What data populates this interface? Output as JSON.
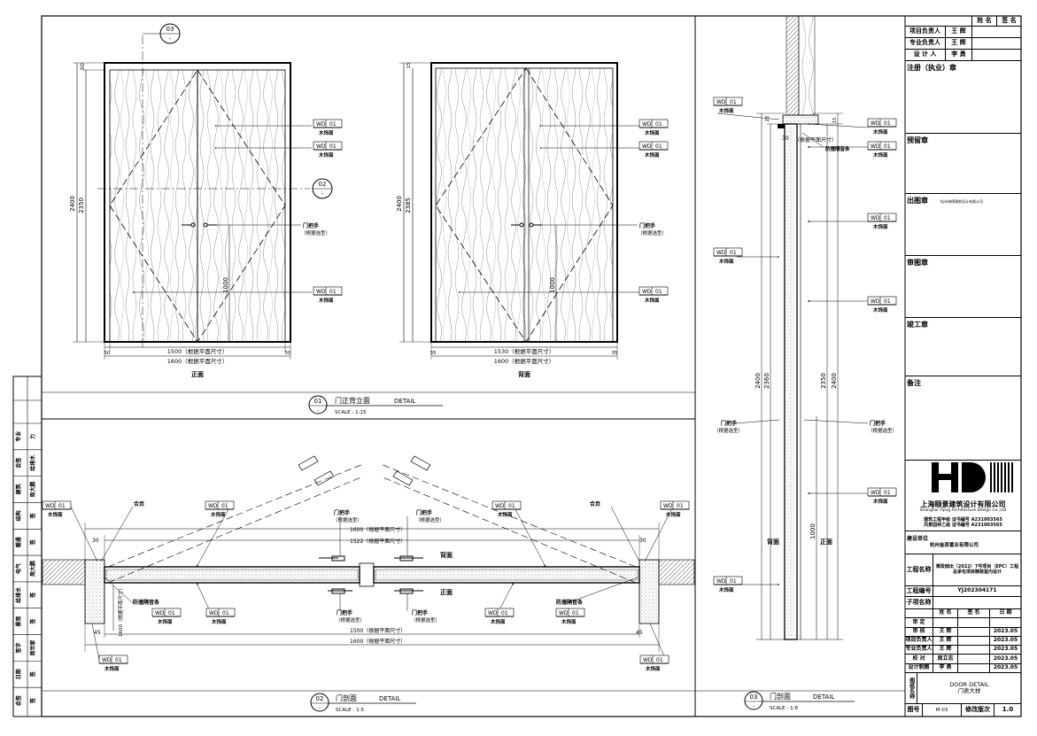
{
  "tags": {
    "wd_code": "WD",
    "wd_num": "01",
    "wood_finish": "木饰面"
  },
  "callouts": {
    "sec03": "03",
    "sec02": "02",
    "dash": "-",
    "door_handle": "门把手",
    "per_selection": "（根据选型）",
    "hinge": "合页",
    "seal_strip": "防撞隔音条",
    "front_face": "正面",
    "back_face": "背面"
  },
  "dims": {
    "e1_width_inner": "1500（根据平面尺寸）",
    "e1_width_outer": "1600（根据平面尺寸）",
    "e2_width_inner": "1530（根据平面尺寸）",
    "e2_width_outer": "1600（根据平面尺寸）",
    "h2400": "2400",
    "h2350": "2350",
    "h2385": "2385",
    "h2360": "2360",
    "h1000": "1000",
    "d50": "50",
    "d35": "35",
    "d30": "30",
    "d45": "45",
    "d15": "15",
    "d25": "25",
    "s_1600": "1600（根据平面尺寸）",
    "s_1522": "1522（根据平面尺寸）",
    "s_1500": "1500（根据平面尺寸）",
    "s_1600b": "1600（根据平面尺寸）",
    "s_30": "30",
    "s_left_vert": "1600（根据平面尺寸）",
    "s3_30": "30",
    "s3_note": "（根据平面尺寸）"
  },
  "titles": {
    "t1_num": "01",
    "t1_cn": "门正背立面",
    "t1_en": "DETAIL",
    "t1_scale": "SCALE -     1:15",
    "t2_num": "02",
    "t2_cn": "门剖面",
    "t2_en": "DETAIL",
    "t2_scale": "SCALE -     1:5",
    "t3_num": "03",
    "t3_cn": "门剖面",
    "t3_en": "DETAIL",
    "t3_scale": "SCALE -     1:8"
  },
  "titleblock": {
    "hdr_name": "姓  名",
    "hdr_sign": "签  名",
    "rows": [
      {
        "role": "项目负责人",
        "name": "王 辉"
      },
      {
        "role": "专业负责人",
        "name": "王 辉"
      },
      {
        "role": "设  计  人",
        "name": "李 勇"
      }
    ],
    "reg_seal": "注册（执业）章",
    "review_seal": "预留章",
    "issue_seal": "出图章",
    "issue_seal_text": "杭州海德建筑设计有限公司",
    "check_seal": "审图章",
    "complete_seal": "竣工章",
    "notes": "备注",
    "company_cn": "上海颐景建筑设计有限公司",
    "company_en": "Shanghai Yijing Architecture Design Co.,Ltd",
    "cert1": "建筑工程甲级 证书编号 A231003565",
    "cert2": "风景园林乙级 证书编号 A231003565",
    "client_label": "建设单位",
    "client": "杭州金辰置业有限公司",
    "project_label": "工程名称",
    "project": "萧政储出（2022）7号项目（EPC）工程总承包项目精装室内设计",
    "project_no_label": "工程编号",
    "project_no": "YJ202304171",
    "sub_label": "子项名称",
    "sig_hdr": [
      "",
      "姓 名",
      "签 名",
      "日 期"
    ],
    "sig_rows": [
      {
        "role": "审  定",
        "name": "",
        "date": ""
      },
      {
        "role": "审  核",
        "name": "王 辉",
        "date": "2023.05"
      },
      {
        "role": "项目负责人",
        "name": "王 辉",
        "date": "2023.05"
      },
      {
        "role": "专业负责人",
        "name": "王 辉",
        "date": "2023.05"
      },
      {
        "role": "校  对",
        "name": "周立志",
        "date": "2023.05"
      },
      {
        "role": "设计制图",
        "name": "李 勇",
        "date": "2023.05"
      }
    ],
    "drawing_name_label": "图纸名称",
    "drawing_en": "DOOR DETAIL",
    "drawing_cn": "门表大样",
    "sheet_label": "图号",
    "sheet_no": "M-03",
    "rev_label": "修改版次",
    "rev": "1.0"
  },
  "left_strip": [
    {
      "a": "专业",
      "b": "力"
    },
    {
      "a": "会签",
      "b": "给排水"
    },
    {
      "a": "建筑",
      "b": "周大鹏"
    },
    {
      "a": "结构",
      "b": "签"
    },
    {
      "a": "暖通",
      "b": "签"
    },
    {
      "a": "电气",
      "b": "周大鹏"
    },
    {
      "a": "给排水",
      "b": "签"
    },
    {
      "a": "景观",
      "b": "签"
    },
    {
      "a": "签字",
      "b": "周世家"
    },
    {
      "a": "日期",
      "b": "签"
    },
    {
      "a": "会签",
      "b": "签"
    }
  ]
}
